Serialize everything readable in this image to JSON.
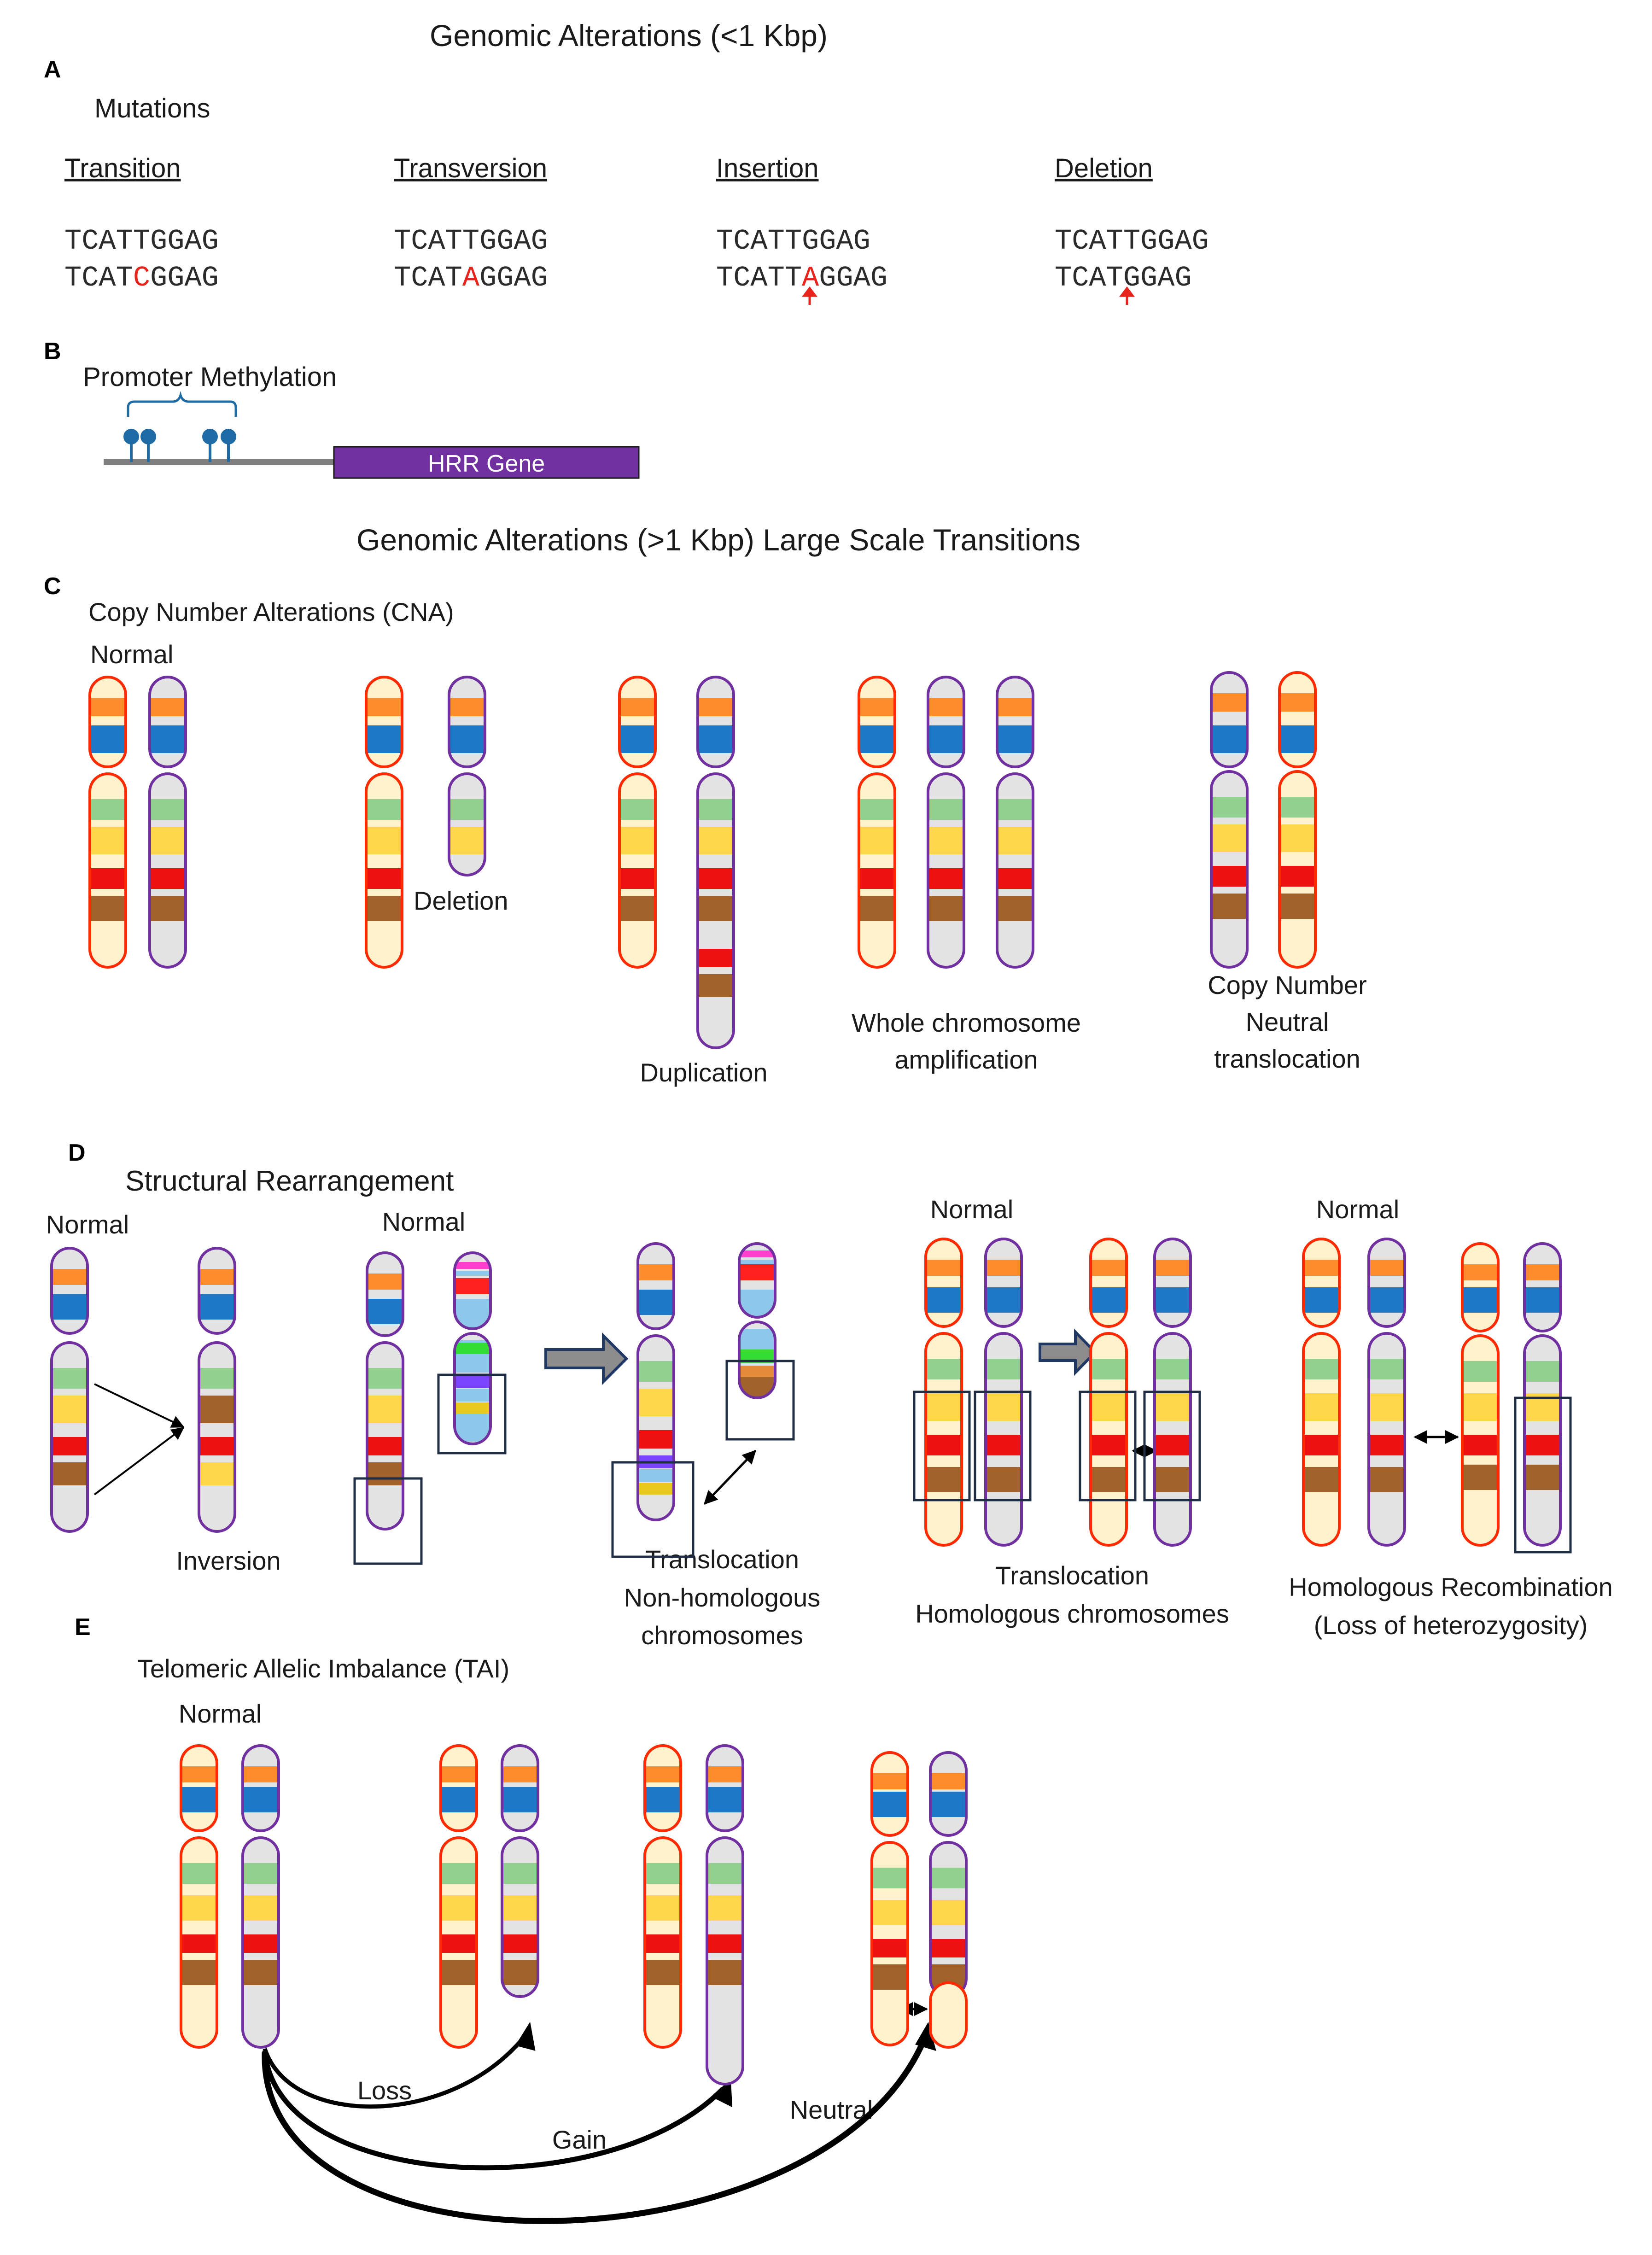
{
  "titles": {
    "small": "Genomic Alterations (<1 Kbp)",
    "large": "Genomic Alterations (>1 Kbp)  Large Scale Transitions"
  },
  "panels": {
    "a": "A",
    "b": "B",
    "c": "C",
    "d": "D",
    "e": "E"
  },
  "mutations": {
    "heading": "Mutations",
    "columns": [
      {
        "label": "Transition",
        "seq1": "TCATTGGAG",
        "seq2_pre": "TCAT",
        "seq2_mut": "C",
        "seq2_post": "GGAG"
      },
      {
        "label": "Transversion",
        "seq1": "TCATTGGAG",
        "seq2_pre": "TCAT",
        "seq2_mut": "A",
        "seq2_post": "GGAG"
      },
      {
        "label": "Insertion",
        "seq1": "TCATTGGAG",
        "seq2_pre": "TCATT",
        "seq2_mut": "A",
        "seq2_post": "GGAG"
      },
      {
        "label": "Deletion",
        "seq1": "TCATTGGAG",
        "seq2_pre": "TCATGGAG",
        "seq2_mut": "",
        "seq2_post": ""
      }
    ]
  },
  "methylation": {
    "label": "Promoter Methylation",
    "gene": "HRR Gene",
    "gene_color": "#7030a0"
  },
  "cna": {
    "heading": "Copy Number Alterations (CNA)",
    "normal": "Normal",
    "deletion": "Deletion",
    "duplication": "Duplication",
    "whole_1": "Whole chromosome",
    "whole_2": "amplification",
    "neutral_1": "Copy Number",
    "neutral_2": "Neutral",
    "neutral_3": "translocation"
  },
  "structural": {
    "heading": "Structural Rearrangement",
    "normal": "Normal",
    "inversion": "Inversion",
    "trans_nonhom_1": "Translocation",
    "trans_nonhom_2": "Non-homologous",
    "trans_nonhom_3": "chromosomes",
    "trans_hom_1": "Translocation",
    "trans_hom_2": "Homologous chromosomes",
    "hr_1": "Homologous Recombination",
    "hr_2": "(Loss of heterozygosity)"
  },
  "tai": {
    "heading": "Telomeric Allelic Imbalance (TAI)",
    "normal": "Normal",
    "loss": "Loss",
    "gain": "Gain",
    "neutral": "Neutral"
  },
  "colors": {
    "maternal_outline": "#ff2a00",
    "paternal_outline": "#7030a0",
    "maternal_fill": "#fff2cc",
    "paternal_fill": "#e3e3e3",
    "band_orange": "#ff8c2a",
    "band_blue": "#1e78c8",
    "band_green": "#92d08f",
    "band_yellow": "#ffd54a",
    "band_red": "#ee1111",
    "band_brown": "#a0622a",
    "mutation_red": "#e8231c",
    "pin_blue": "#1f6ba5"
  }
}
